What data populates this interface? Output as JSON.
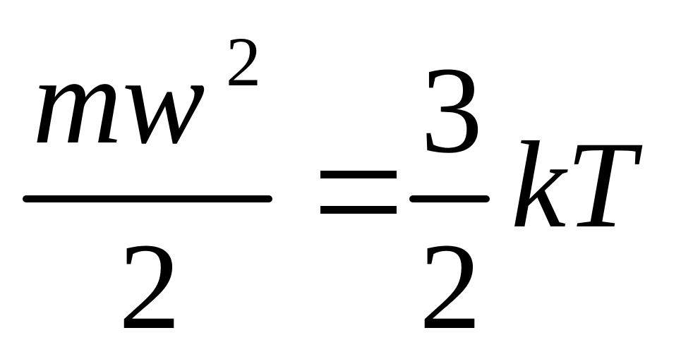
{
  "equation": {
    "left_fraction": {
      "numerator_variable": "mw",
      "exponent": "2",
      "denominator": "2"
    },
    "equals": "=",
    "right_fraction": {
      "numerator": "3",
      "denominator": "2"
    },
    "right_variables": "kT"
  }
}
